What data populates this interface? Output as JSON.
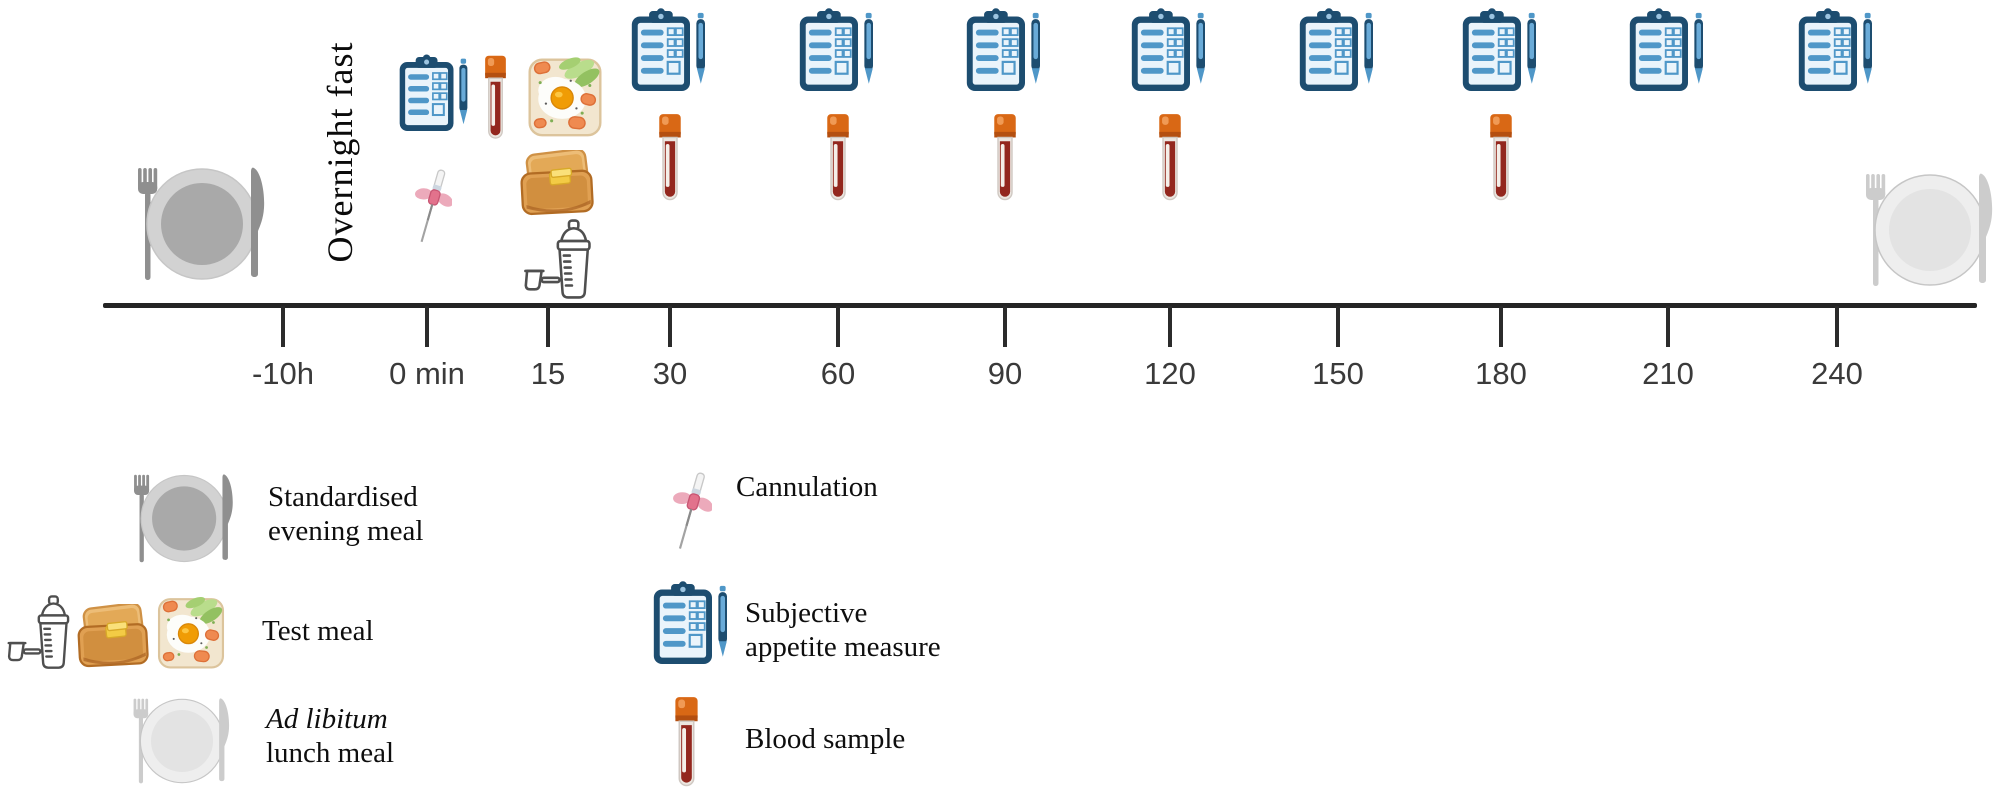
{
  "annotations": {
    "overnight_fast": "Overnight fast"
  },
  "timeline": {
    "axis_color": "#242424",
    "ticks": [
      {
        "label": "-10h",
        "markers": [
          "standardised evening meal"
        ]
      },
      {
        "label": "0 min",
        "markers": [
          "subjective appetite measure",
          "blood sample",
          "cannulation"
        ]
      },
      {
        "label": "15",
        "markers": [
          "test meal"
        ]
      },
      {
        "label": "30",
        "markers": [
          "subjective appetite measure",
          "blood sample"
        ]
      },
      {
        "label": "60",
        "markers": [
          "subjective appetite measure",
          "blood sample"
        ]
      },
      {
        "label": "90",
        "markers": [
          "subjective appetite measure",
          "blood sample"
        ]
      },
      {
        "label": "120",
        "markers": [
          "subjective appetite measure",
          "blood sample"
        ]
      },
      {
        "label": "150",
        "markers": [
          "subjective appetite measure"
        ]
      },
      {
        "label": "180",
        "markers": [
          "subjective appetite measure",
          "blood sample"
        ]
      },
      {
        "label": "210",
        "markers": [
          "subjective appetite measure"
        ]
      },
      {
        "label": "240",
        "markers": [
          "subjective appetite measure"
        ]
      }
    ],
    "end_marker": "ad libitum lunch meal"
  },
  "legend": {
    "left": [
      {
        "icon": "plate-cutlery-dark",
        "line1": "Standardised",
        "line2": "evening meal"
      },
      {
        "icon": "shaker-toast-eggtoast",
        "line1": "Test meal",
        "line2": ""
      },
      {
        "icon": "plate-cutlery-light",
        "line1": "Ad libitum",
        "line2": "lunch meal"
      }
    ],
    "right": [
      {
        "icon": "cannula",
        "line1": "Cannulation",
        "line2": ""
      },
      {
        "icon": "clipboard-pen",
        "line1": "Subjective",
        "line2": "appetite measure"
      },
      {
        "icon": "blood-tube",
        "line1": "Blood sample",
        "line2": ""
      }
    ]
  },
  "colors": {
    "axis": "#242424",
    "tick_label": "#3a3a3a",
    "clipboard_navy": "#1d4d70",
    "clipboard_blue": "#4f97c8",
    "tube_cap_orange": "#d96815",
    "blood_red": "#93271e",
    "cannula_pink": "#e2728c",
    "avocado_green": "#a5cf72",
    "yolk_orange": "#f09c05",
    "toast_brown": "#e0a052",
    "butter_yellow": "#f3cb45",
    "plate_gray": "#a9a9a9",
    "plate_light_gray": "#e3e3e3"
  }
}
